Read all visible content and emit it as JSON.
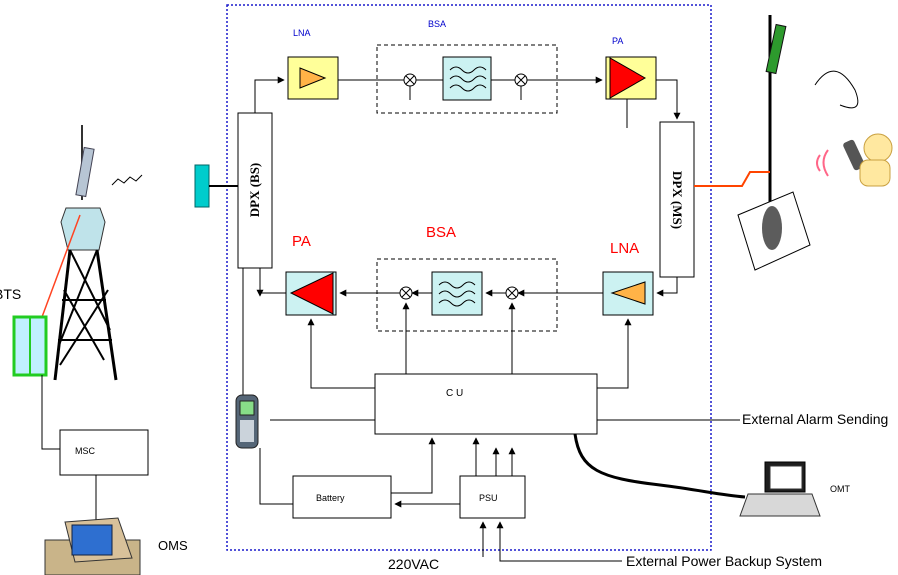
{
  "labels": {
    "lna_top": "LNA",
    "bsa_top": "BSA",
    "pa_top": "PA",
    "pa_bottom": "PA",
    "bsa_bottom": "BSA",
    "lna_bottom": "LNA",
    "dpx_bs": "DPX (BS)",
    "dpx_ms": "DPX (MS)",
    "bts": "BTS",
    "cu": "C U",
    "msc": "MSC",
    "oms": "OMS",
    "battery": "Battery",
    "psu": "PSU",
    "omt": "OMT",
    "vac": "220VAC",
    "external_alarm": "External Alarm Sending",
    "external_power": "External Power Backup System"
  },
  "colors": {
    "frame_dotted": "#1a1acc",
    "amp_box_yellow": "#ffff99",
    "amp_box_cyan": "#ccf2f2",
    "pa_triangle": "#ff0000",
    "lna_triangle": "#ffb347",
    "label_blue": "#0000cc",
    "label_red": "#ff0000",
    "bts_cabinet": "#22cc22",
    "antenna_cyan": "#00cccc"
  },
  "icons": [
    "bts-tower-icon",
    "mobile-phone-icon",
    "laptop-icon",
    "desktop-computer-icon",
    "mobile-user-icon",
    "donor-antenna-icon",
    "service-antenna-icon"
  ]
}
